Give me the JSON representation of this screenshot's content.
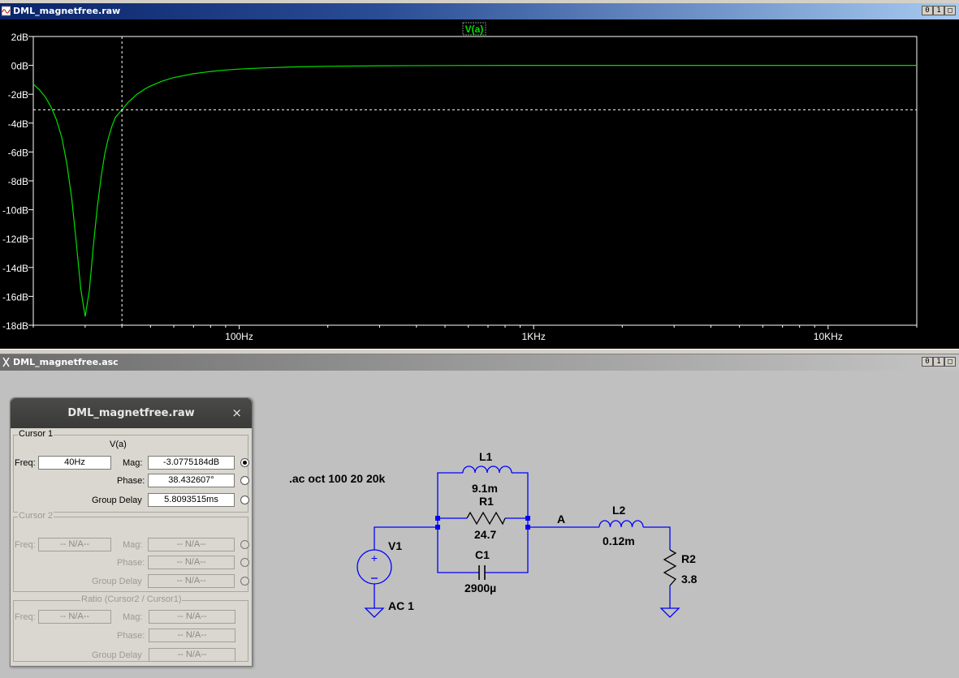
{
  "plot_window": {
    "title": "DML_magnetfree.raw",
    "buttons": [
      "0",
      "1",
      "□"
    ]
  },
  "schematic_window": {
    "title": "DML_magnetfree.asc",
    "buttons": [
      "0",
      "1",
      "□"
    ]
  },
  "colors": {
    "trace": "#00e000",
    "plot_bg": "#000000",
    "wire": "#0000ff",
    "junction": "#0000ff"
  },
  "chart_data": {
    "type": "line",
    "title": "V(a)",
    "xscale": "log",
    "xlim": [
      20,
      20000
    ],
    "ylim": [
      -18,
      2
    ],
    "y_ticks": [
      "2dB",
      "0dB",
      "-2dB",
      "-4dB",
      "-6dB",
      "-8dB",
      "-10dB",
      "-12dB",
      "-14dB",
      "-16dB",
      "-18dB"
    ],
    "x_ticks": [
      "100Hz",
      "1KHz",
      "10KHz"
    ],
    "grid": false,
    "series": [
      {
        "name": "V(a)",
        "x": [
          20,
          21,
          22,
          23,
          24,
          25,
          26,
          27,
          28,
          29,
          30,
          31,
          32,
          33,
          34,
          35,
          36,
          37,
          38,
          40,
          42,
          45,
          48,
          50,
          55,
          60,
          70,
          80,
          90,
          100,
          120,
          150,
          200,
          300,
          500,
          1000,
          2000,
          5000,
          10000,
          20000
        ],
        "y": [
          -1.3,
          -1.7,
          -2.2,
          -2.9,
          -3.8,
          -5.0,
          -6.8,
          -9.2,
          -12.3,
          -15.5,
          -17.4,
          -15.6,
          -12.5,
          -9.8,
          -7.7,
          -6.1,
          -5.0,
          -4.2,
          -3.6,
          -3.08,
          -2.55,
          -2.0,
          -1.62,
          -1.43,
          -1.08,
          -0.85,
          -0.58,
          -0.42,
          -0.32,
          -0.26,
          -0.18,
          -0.11,
          -0.06,
          -0.03,
          -0.01,
          0.0,
          0.0,
          0.0,
          0.0,
          0.0
        ]
      }
    ],
    "cursor": {
      "x": 40,
      "y": -3.0775184
    }
  },
  "schematic": {
    "directive": ".ac oct 100 20 20k",
    "net_label": "A",
    "components": [
      {
        "ref": "L1",
        "value": "9.1m"
      },
      {
        "ref": "R1",
        "value": "24.7"
      },
      {
        "ref": "C1",
        "value": "2900µ"
      },
      {
        "ref": "L2",
        "value": "0.12m"
      },
      {
        "ref": "R2",
        "value": "3.8"
      },
      {
        "ref": "V1",
        "value": "AC 1"
      }
    ]
  },
  "dialog": {
    "title": "DML_magnetfree.raw",
    "close": "×",
    "cursor1": {
      "group": "Cursor 1",
      "trace": "V(a)",
      "freq_label": "Freq:",
      "freq": "40Hz",
      "mag_label": "Mag:",
      "mag": "-3.0775184dB",
      "phase_label": "Phase:",
      "phase": "38.432607°",
      "gd_label": "Group Delay",
      "gd": "5.8093515ms"
    },
    "cursor2": {
      "group": "Cursor 2",
      "freq_label": "Freq:",
      "freq": "-- N/A--",
      "mag_label": "Mag:",
      "mag": "-- N/A--",
      "phase_label": "Phase:",
      "phase": "-- N/A--",
      "gd_label": "Group Delay",
      "gd": "-- N/A--"
    },
    "ratio": {
      "group": "Ratio (Cursor2 / Cursor1)",
      "freq_label": "Freq:",
      "freq": "-- N/A--",
      "mag_label": "Mag:",
      "mag": "-- N/A--",
      "phase_label": "Phase:",
      "phase": "-- N/A--",
      "gd_label": "Group Delay",
      "gd": "-- N/A--"
    }
  }
}
